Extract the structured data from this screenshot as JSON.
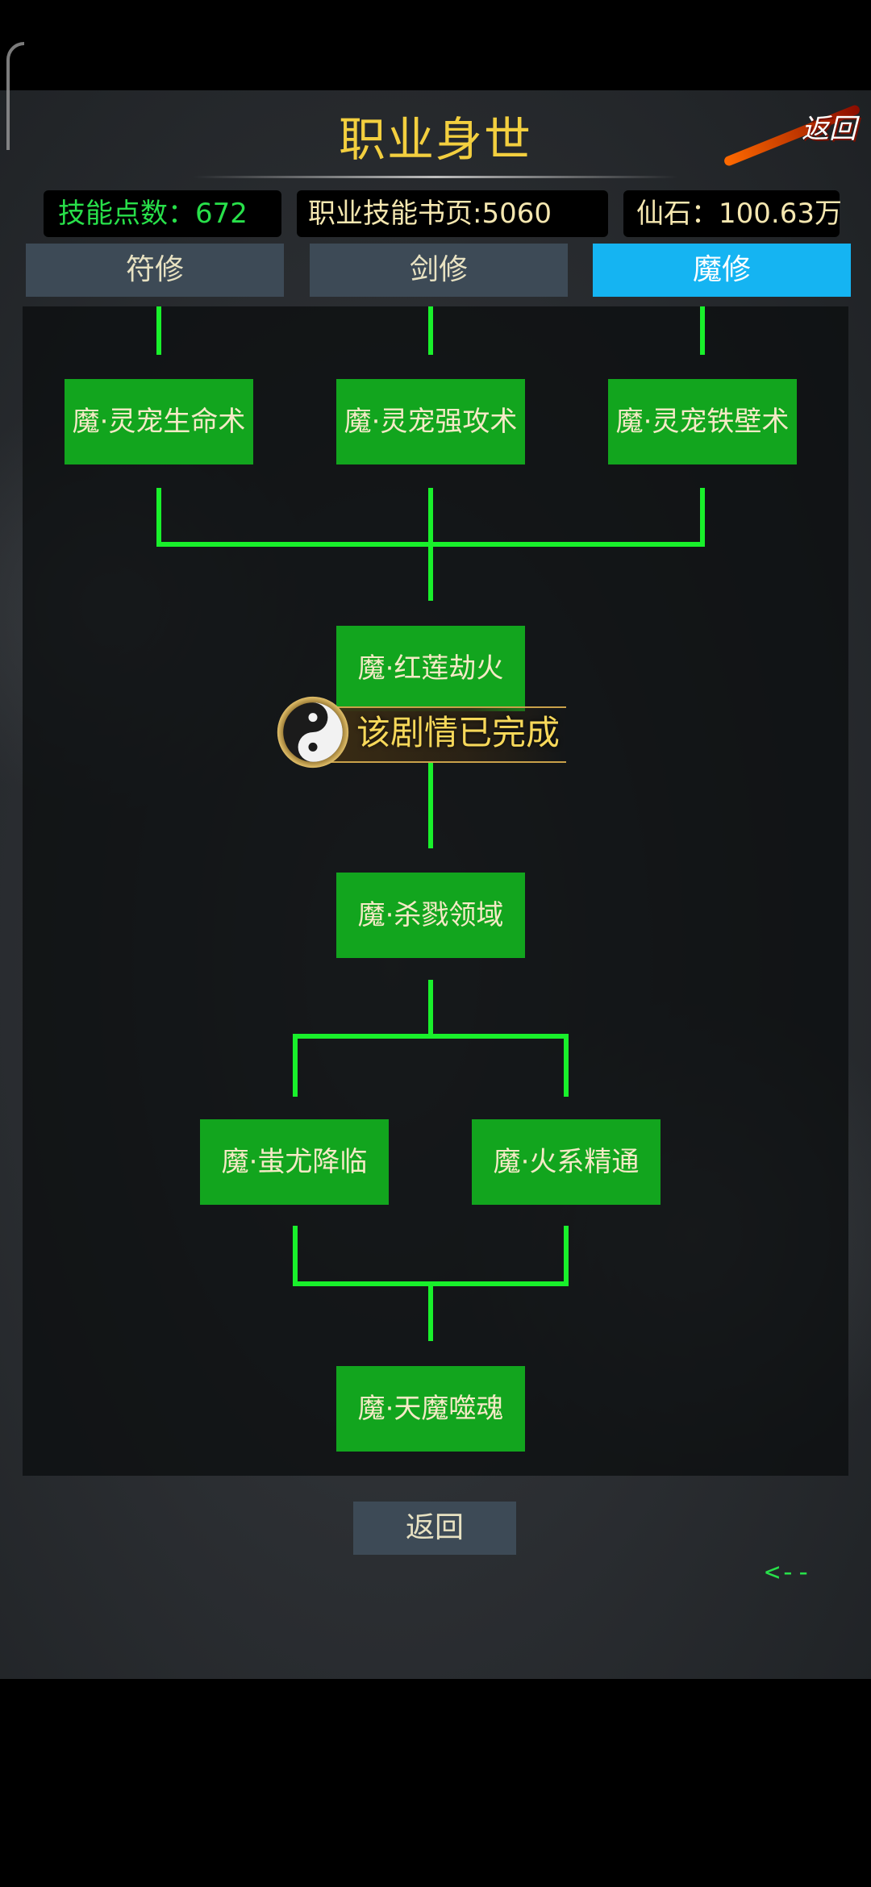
{
  "header": {
    "title": "职业身世",
    "back_corner_label": "返回"
  },
  "stats": {
    "skill_points": "技能点数：672",
    "skill_book_pages": "职业技能书页:5060",
    "spirit_stones": "仙石：100.63万"
  },
  "tabs": [
    {
      "label": "符修",
      "selected": false
    },
    {
      "label": "剑修",
      "selected": false
    },
    {
      "label": "魔修",
      "selected": true
    }
  ],
  "skills": {
    "pet_life": "魔·灵宠生命术",
    "pet_attack": "魔·灵宠强攻术",
    "pet_defense": "魔·灵宠铁壁术",
    "red_lotus": "魔·红莲劫火",
    "slaughter_domain": "魔·杀戮领域",
    "chiyou": "魔·蚩尤降临",
    "fire_mastery": "魔·火系精通",
    "demon_soul": "魔·天魔噬魂"
  },
  "notice": {
    "text": "该剧情已完成",
    "icon": "yin-yang-icon"
  },
  "footer": {
    "back_label": "返回",
    "arrow_label": "<--"
  },
  "colors": {
    "title": "#f3cf3f",
    "node_fill": "#12a51e",
    "connector": "#19f02b",
    "tab_selected": "#15b4f2",
    "tab_default": "#3d4a56",
    "stat_green": "#28e04a"
  }
}
